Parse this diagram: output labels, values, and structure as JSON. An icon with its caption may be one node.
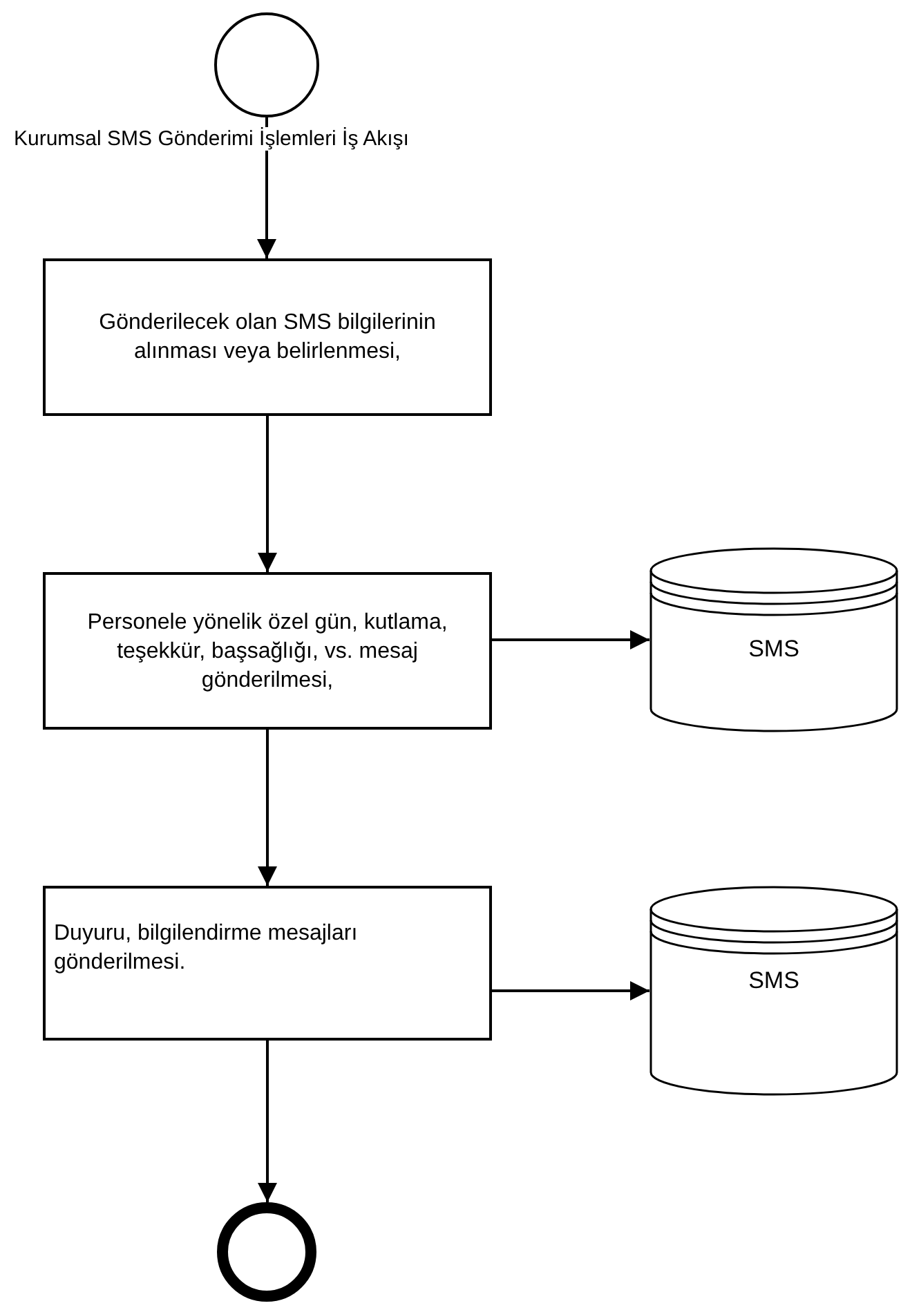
{
  "diagram": {
    "title": "Kurumsal SMS Gönderimi İşlemleri İş Akışı",
    "nodes": [
      {
        "text": [],
        "shape": "circle"
      },
      {
        "text": [
          "Gönderilecek olan SMS bilgilerinin alınması veya belirlenmesi,"
        ]
      },
      {
        "text": [
          "Personele yönelik özel gün, kutlama, teşekkür, başsağlığı, vs. mesaj gönderilmesi,"
        ]
      },
      {
        "text": [
          "SMS"
        ]
      },
      {
        "text": [
          "Duyuru, bilgilendirme mesajları gönderilmesi."
        ]
      },
      {
        "text": [
          "SMS"
        ]
      },
      {
        "text": [],
        "shape": "circle"
      }
    ],
    "edges": [
      {
        "from": 0,
        "to": 1,
        "arrow": "to"
      },
      {
        "from": 1,
        "to": 2,
        "arrow": "to"
      },
      {
        "from": 2,
        "to": 3,
        "arrow": "to"
      },
      {
        "from": 2,
        "to": 4,
        "arrow": "to"
      },
      {
        "from": 4,
        "to": 5,
        "arrow": "to"
      },
      {
        "from": 4,
        "to": 6,
        "arrow": "to"
      }
    ]
  }
}
